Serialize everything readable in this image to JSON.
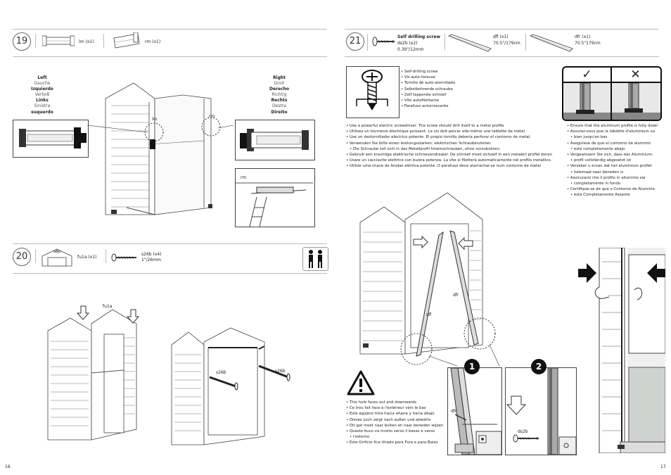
{
  "left_page": {
    "number": "16",
    "step19": {
      "num": "19",
      "parts": [
        {
          "label": "lm (x1)"
        },
        {
          "label": "rm (x1)"
        }
      ],
      "left_langs": [
        "Left",
        "Gauche",
        "Izquierdo",
        "Verlioß",
        "Links",
        "Sinistra",
        "esquerdo"
      ],
      "right_langs": [
        "Right",
        "Droit",
        "Derecho",
        "Richtig",
        "Rechts",
        "Destra",
        "Direito"
      ],
      "label_lm": "lm",
      "label_rm": "rm",
      "label_rm_detail": "rm"
    },
    "step20": {
      "num": "20",
      "part1": "fu1a (x1)",
      "part2": "s26b (x4)",
      "part2_size": "1\"/26mm",
      "label_fu1a": "fu1a",
      "label_s26b_1": "s26b",
      "label_s26b_2": "s26b"
    }
  },
  "right_page": {
    "number": "17",
    "step21": {
      "num": "21",
      "screw_title": "Self drilling screw",
      "screw_code": "ds2b (x2)",
      "screw_size": "0.39\"/12mm",
      "dfl_label": "dfl (x1)",
      "dfl_size": "70.5\"/179cm",
      "dfr_label": "dfr (x1)",
      "dfr_size": "70.5\"179cm",
      "screw_names": [
        "Self-drilling screw",
        "Vis auto-foreuse",
        "Tornillo de auto-atornillado",
        "Selbstbohrende schraube",
        "Zelf tappende schroef",
        "Vite autofilettante",
        "Parafuso autorroscante"
      ],
      "driver_notes": [
        "Use a powerful electric screwdriver. The screw should drill itself to a metal profile",
        "Utilisez un tournevis électrique puissant. La vis doit percer elle-même une tablette de métal",
        "Use un destornillador eléctrico potente. El propio tornillo debería perforar el contorno de metal.",
        "Verwenden Sie bitte einen leistungsstarken, elektrischen Schraubenzieher.",
        "Die Schraube soll sich in das Metallprofil hineinschrauben, ohne vorzubohren.",
        "Gebruik een krachtige elektrische schroevendraaier. De schroef moet zichzelf in een metalen profiel boren",
        "Usare un cacciavite elettrico con buona potenza. La vite si filetterà automaticamente nel profilo metallico.",
        "Utilize uma chave de fendas elétrica potente. O parafuso deve atarrachar-se num contorno de metal"
      ],
      "profile_notes": [
        "Ensure that the aluminum profile is fully down",
        "Assurez-vous que la tablette d'aluminium va",
        "bien jusqu'en bas",
        "Asegúrese de que el contorno de aluminio",
        "esté completamente abajo",
        "Vergewissern Sie sich, dass das Aluminium-",
        "profil vollständig abgesetzt ist",
        "Verzeker u ervan dat het aluminium profiel",
        "helemaal naar beneden is",
        "Assicurarsi che il profilo in alluminio sia",
        "completamente in fondo",
        "Certifique-se de que o Contorno de Aluminio",
        "está Completamente Assente"
      ],
      "hole_notes": [
        "This hole faces out and downwards",
        "Ce trou fait face à l'extérieur vers le bas",
        "Este agujero mira hacia afuera y hacia abajo",
        "Dieses Loch zeigt nach außen und abwärts",
        "Dit gat moet naar buiten en naar beneden wijzen",
        "Questo buco va rivolto verso il basso e verso",
        "l'esterno",
        "Este Orificio fica Virado para Fora e para Baixo"
      ],
      "label_dfl": "dfl",
      "label_dfr": "dfr",
      "detail1_num": "1",
      "detail2_num": "2",
      "detail1_label": "dfr",
      "detail2_label": "ds2b",
      "check_symbol": "✓",
      "cross_symbol": "✕"
    }
  }
}
